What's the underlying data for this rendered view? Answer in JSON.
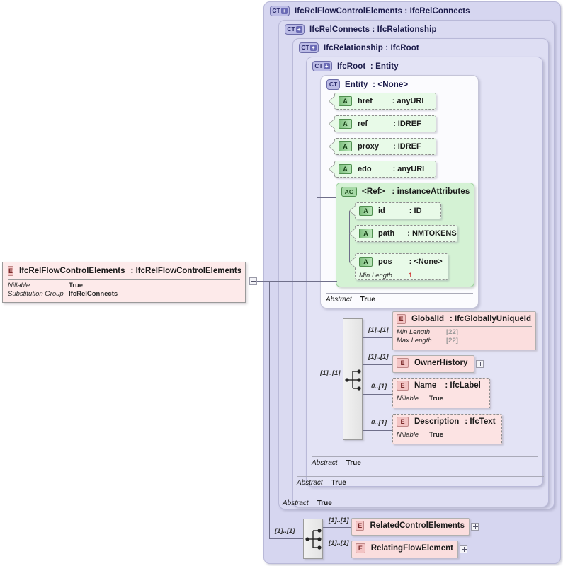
{
  "diagram": {
    "title": "IfcRelFlowControlElements XSD diagram",
    "colors": {
      "container_fill": "#d6d6f0",
      "attribute_fill": "#e8fae8",
      "element_fill": "#fbdede",
      "line": "#6f6f8a",
      "facet_red": "#d03030"
    }
  },
  "root_element": {
    "icon": "element-icon",
    "icon_label": "E",
    "name": "IfcRelFlowControlElements",
    "separator": ":",
    "type": "IfcRelFlowControlElements",
    "facets": [
      {
        "key": "Nillable",
        "value": "True"
      },
      {
        "key": "Substitution Group",
        "value": "IfcRelConnects"
      }
    ]
  },
  "containers": [
    {
      "icon_label": "CT",
      "name": "IfcRelFlowControlElements",
      "separator": ":",
      "type": "IfcRelConnects",
      "expandable": true,
      "abstract_key": "Abstract",
      "abstract_value": "True"
    },
    {
      "icon_label": "CT",
      "name": "IfcRelConnects",
      "separator": ":",
      "type": "IfcRelationship",
      "expandable": true,
      "abstract_key": "Abstract",
      "abstract_value": "True"
    },
    {
      "icon_label": "CT",
      "name": "IfcRelationship",
      "separator": ":",
      "type": "IfcRoot",
      "expandable": true,
      "abstract_key": "Abstract",
      "abstract_value": "True"
    },
    {
      "icon_label": "CT",
      "name": "IfcRoot",
      "separator": ":",
      "type": "Entity",
      "expandable": true,
      "abstract_key": "Abstract",
      "abstract_value": "True"
    },
    {
      "icon_label": "CT",
      "name": "Entity",
      "separator": ":",
      "type": "<None>",
      "expandable": false,
      "abstract_key": "Abstract",
      "abstract_value": "True"
    }
  ],
  "entity_attributes": [
    {
      "icon_label": "A",
      "name": "href",
      "separator": ":",
      "type": "anyURI"
    },
    {
      "icon_label": "A",
      "name": "ref",
      "separator": ":",
      "type": "IDREF"
    },
    {
      "icon_label": "A",
      "name": "proxy",
      "separator": ":",
      "type": "IDREF"
    },
    {
      "icon_label": "A",
      "name": "edo",
      "separator": ":",
      "type": "anyURI"
    }
  ],
  "attribute_group": {
    "icon_label": "AG",
    "name": "<Ref>",
    "separator": ":",
    "type": "instanceAttributes",
    "attributes": [
      {
        "icon_label": "A",
        "name": "id",
        "separator": ":",
        "type": "ID",
        "facets": []
      },
      {
        "icon_label": "A",
        "name": "path",
        "separator": ":",
        "type": "NMTOKENS",
        "facets": []
      },
      {
        "icon_label": "A",
        "name": "pos",
        "separator": ":",
        "type": "<None>",
        "facets": [
          {
            "key": "Min Length",
            "value": "1",
            "style": "red"
          }
        ]
      }
    ]
  },
  "ifcroot_sequence": {
    "occurrence": "[1]..[1]",
    "items": [
      {
        "icon_label": "E",
        "name": "GlobalId",
        "separator": ":",
        "type": "IfcGloballyUniqueId",
        "occurrence": "[1]..[1]",
        "dashed": false,
        "expandable": false,
        "facets": [
          {
            "key": "Min Length",
            "value": "[22]",
            "style": "grey"
          },
          {
            "key": "Max Length",
            "value": "[22]",
            "style": "grey"
          }
        ]
      },
      {
        "icon_label": "E",
        "name": "OwnerHistory",
        "separator": "",
        "type": "",
        "occurrence": "[1]..[1]",
        "dashed": false,
        "expandable": true,
        "facets": []
      },
      {
        "icon_label": "E",
        "name": "Name",
        "separator": ":",
        "type": "IfcLabel",
        "occurrence": "0..[1]",
        "dashed": true,
        "expandable": false,
        "facets": [
          {
            "key": "Nillable",
            "value": "True"
          }
        ]
      },
      {
        "icon_label": "E",
        "name": "Description",
        "separator": ":",
        "type": "IfcText",
        "occurrence": "0..[1]",
        "dashed": true,
        "expandable": false,
        "facets": [
          {
            "key": "Nillable",
            "value": "True"
          }
        ]
      }
    ]
  },
  "relation_sequence": {
    "occurrence": "[1]..[1]",
    "items": [
      {
        "icon_label": "E",
        "name": "RelatedControlElements",
        "separator": "",
        "type": "",
        "occurrence": "[1]..[1]",
        "expandable": true
      },
      {
        "icon_label": "E",
        "name": "RelatingFlowElement",
        "separator": "",
        "type": "",
        "occurrence": "[1]..[1]",
        "expandable": true
      }
    ]
  }
}
